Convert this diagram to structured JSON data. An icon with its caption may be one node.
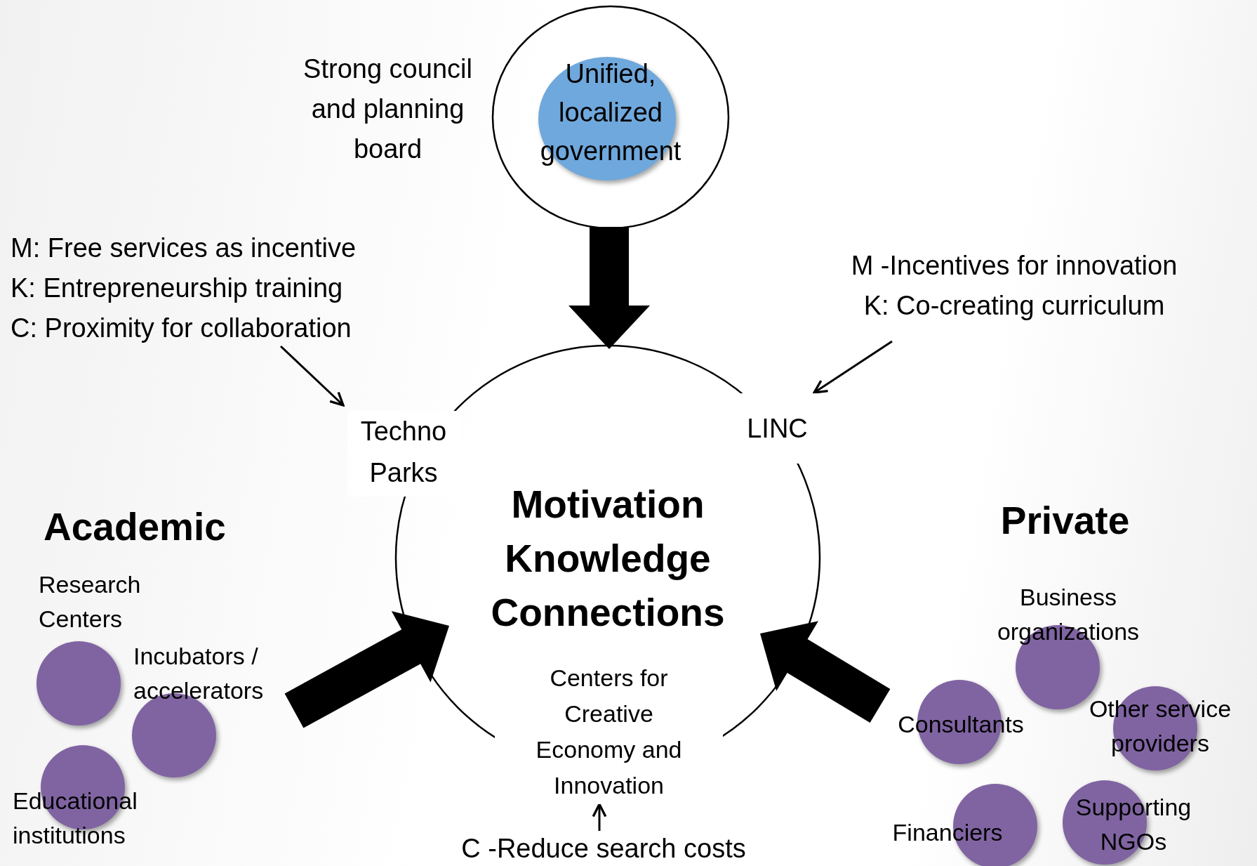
{
  "diagram": {
    "nodes": [
      {
        "text": [],
        "shape": "circle",
        "beside": [
          "Strong council and planning board"
        ]
      },
      {
        "text": [
          "Unified, localized government"
        ],
        "in": 0
      },
      {
        "text": [
          "Motivation Knowledge Connections"
        ]
      },
      {
        "text": [
          "M: Free services as incentive",
          "K: Entrepreneurship training",
          "C: Proximity for collaboration"
        ]
      },
      {
        "text": [
          "Techno Parks"
        ]
      },
      {
        "text": [
          "M -Incentives for innovation",
          "K: Co-creating curriculum"
        ]
      },
      {
        "text": [
          "LINC"
        ]
      },
      {
        "text": [
          "Centers for Creative Economy and Innovation"
        ]
      },
      {
        "text": [
          "C -Reduce search costs"
        ]
      },
      {
        "text": [
          "Academic"
        ]
      },
      {
        "text": [
          "Research Centers"
        ],
        "in": 9
      },
      {
        "text": [
          "Incubators / accelerators"
        ],
        "in": 9
      },
      {
        "text": [
          "Educational institutions"
        ],
        "in": 9
      },
      {
        "text": [
          "Private"
        ]
      },
      {
        "text": [
          "Business organizations"
        ],
        "in": 13
      },
      {
        "text": [
          "Consultants"
        ],
        "in": 13
      },
      {
        "text": [
          "Other service providers"
        ],
        "in": 13
      },
      {
        "text": [
          "Financiers"
        ],
        "in": 13
      },
      {
        "text": [
          "Supporting NGOs"
        ],
        "in": 13
      }
    ],
    "edges": [
      {
        "from": 0,
        "to": 2,
        "arrow": "to",
        "style": "thick"
      },
      {
        "from": 3,
        "to": 4,
        "arrow": "to"
      },
      {
        "from": 5,
        "to": 6,
        "arrow": "to"
      },
      {
        "from": 9,
        "to": 2,
        "arrow": "to",
        "style": "thick"
      },
      {
        "from": 13,
        "to": 2,
        "arrow": "to",
        "style": "thick"
      },
      {
        "from": 8,
        "to": 7,
        "arrow": "to"
      }
    ]
  }
}
